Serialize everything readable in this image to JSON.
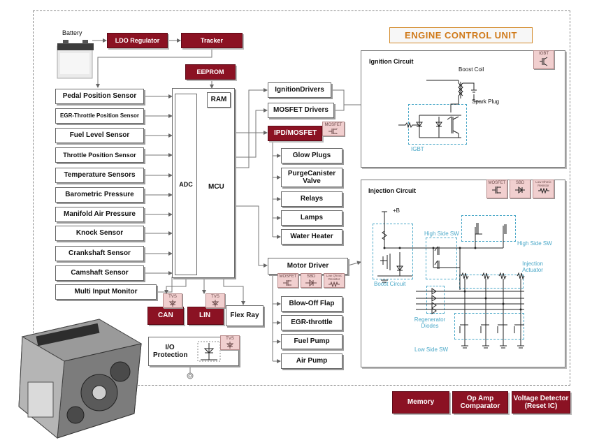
{
  "title": "ENGINE CONTROL UNIT",
  "battery": {
    "label": "Battery"
  },
  "power": {
    "ldo": "LDO Regulator",
    "tracker": "Tracker",
    "eeprom": "EEPROM"
  },
  "mcu": {
    "ram": "RAM",
    "adc": "ADC",
    "mcu": "MCU"
  },
  "sensors": [
    "Pedal Position Sensor",
    "EGR-Throttle Position Sensor",
    "Fuel Level Sensor",
    "Throttle Position Sensor",
    "Temperature Sensors",
    "Barometric Pressure",
    "Manifold Air Pressure",
    "Knock Sensor",
    "Crankshaft Sensor",
    "Camshaft Sensor",
    "Multi Input Monitor"
  ],
  "bus": {
    "can": "CAN",
    "lin": "LIN",
    "flexray": "Flex Ray",
    "io_protection": "I/O Protection",
    "tvs": "TVS"
  },
  "drivers": {
    "ignition": "IgnitionDrivers",
    "mosfet": "MOSFET Drivers",
    "ipd": "IPD/MOSFET",
    "ipd_loads": [
      "Glow Plugs",
      "PurgeCanister Valve",
      "Relays",
      "Lamps",
      "Water Heater"
    ],
    "motor": "Motor Driver",
    "motor_loads": [
      "Blow-Off Flap",
      "EGR-throttle",
      "Fuel Pump",
      "Air Pump"
    ]
  },
  "chips": {
    "mosfet": "MOSFET",
    "sbd": "SBD",
    "low_ohmic": "Low Ohmic Resistor",
    "igbt": "IGBT",
    "tvs": "TVS"
  },
  "ignition_circuit": {
    "title": "Ignition Circuit",
    "boost_coil": "Boost Coil",
    "spark_plug": "Spark Plug",
    "igbt": "IGBT"
  },
  "injection_circuit": {
    "title": "Injection Circuit",
    "plus_b": "+B",
    "high_side_1": "High Side SW",
    "high_side_2": "High Side SW",
    "boost_circuit": "Boost Circuit",
    "injection_actuator": "Injection Actuator",
    "regenerator_diodes": "Regenerator Diodes",
    "low_side": "Low Side SW"
  },
  "footer": {
    "memory": "Memory",
    "opamp": "Op Amp Comparator",
    "voltage_detector": "Voltage Detector (Reset IC)"
  },
  "colors": {
    "accent_red": "#8b1223",
    "title_orange": "#d07a1a",
    "circuit_blue": "#4aa8c8",
    "chip_pink": "#f1cfcf"
  }
}
